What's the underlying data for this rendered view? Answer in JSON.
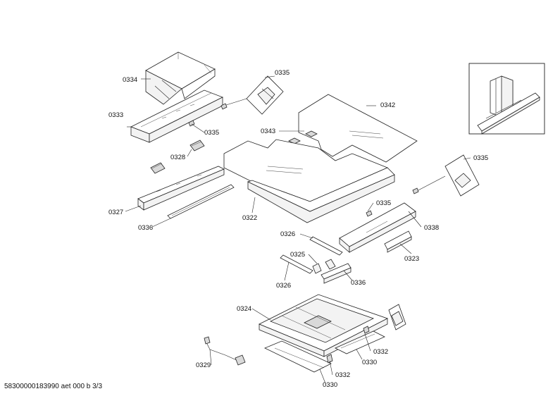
{
  "labels": {
    "l0334": "0334",
    "l0335a": "0335",
    "l0333": "0333",
    "l0335b": "0335",
    "l0328": "0328",
    "l0327": "0327",
    "l0336a": "0336",
    "l0342": "0342",
    "l0343": "0343",
    "l0322": "0322",
    "l0335c": "0335",
    "l0335d": "0335",
    "l0338": "0338",
    "l0323": "0323",
    "l0326a": "0326",
    "l0325": "0325",
    "l0326b": "0326",
    "l0336b": "0336",
    "l0324": "0324",
    "l0329": "0329",
    "l0332a": "0332",
    "l0330a": "0330",
    "l0332b": "0332",
    "l0330b": "0330"
  },
  "footer": "58300000183990 aet 000 b 3/3"
}
